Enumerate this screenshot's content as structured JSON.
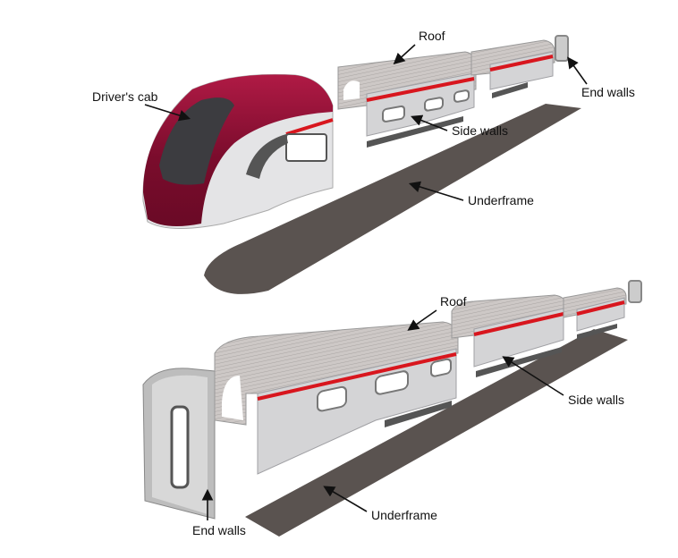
{
  "diagram": {
    "top": {
      "labels": {
        "roof": "Roof",
        "drivers_cab": "Driver's cab",
        "end_walls": "End walls",
        "side_walls": "Side walls",
        "underframe": "Underframe"
      }
    },
    "bottom": {
      "labels": {
        "roof": "Roof",
        "side_walls": "Side walls",
        "end_walls": "End walls",
        "underframe": "Underframe"
      }
    },
    "colors": {
      "body_red": "#9b1238",
      "stripe": "#d8161e",
      "underframe": "#5a5350"
    }
  }
}
